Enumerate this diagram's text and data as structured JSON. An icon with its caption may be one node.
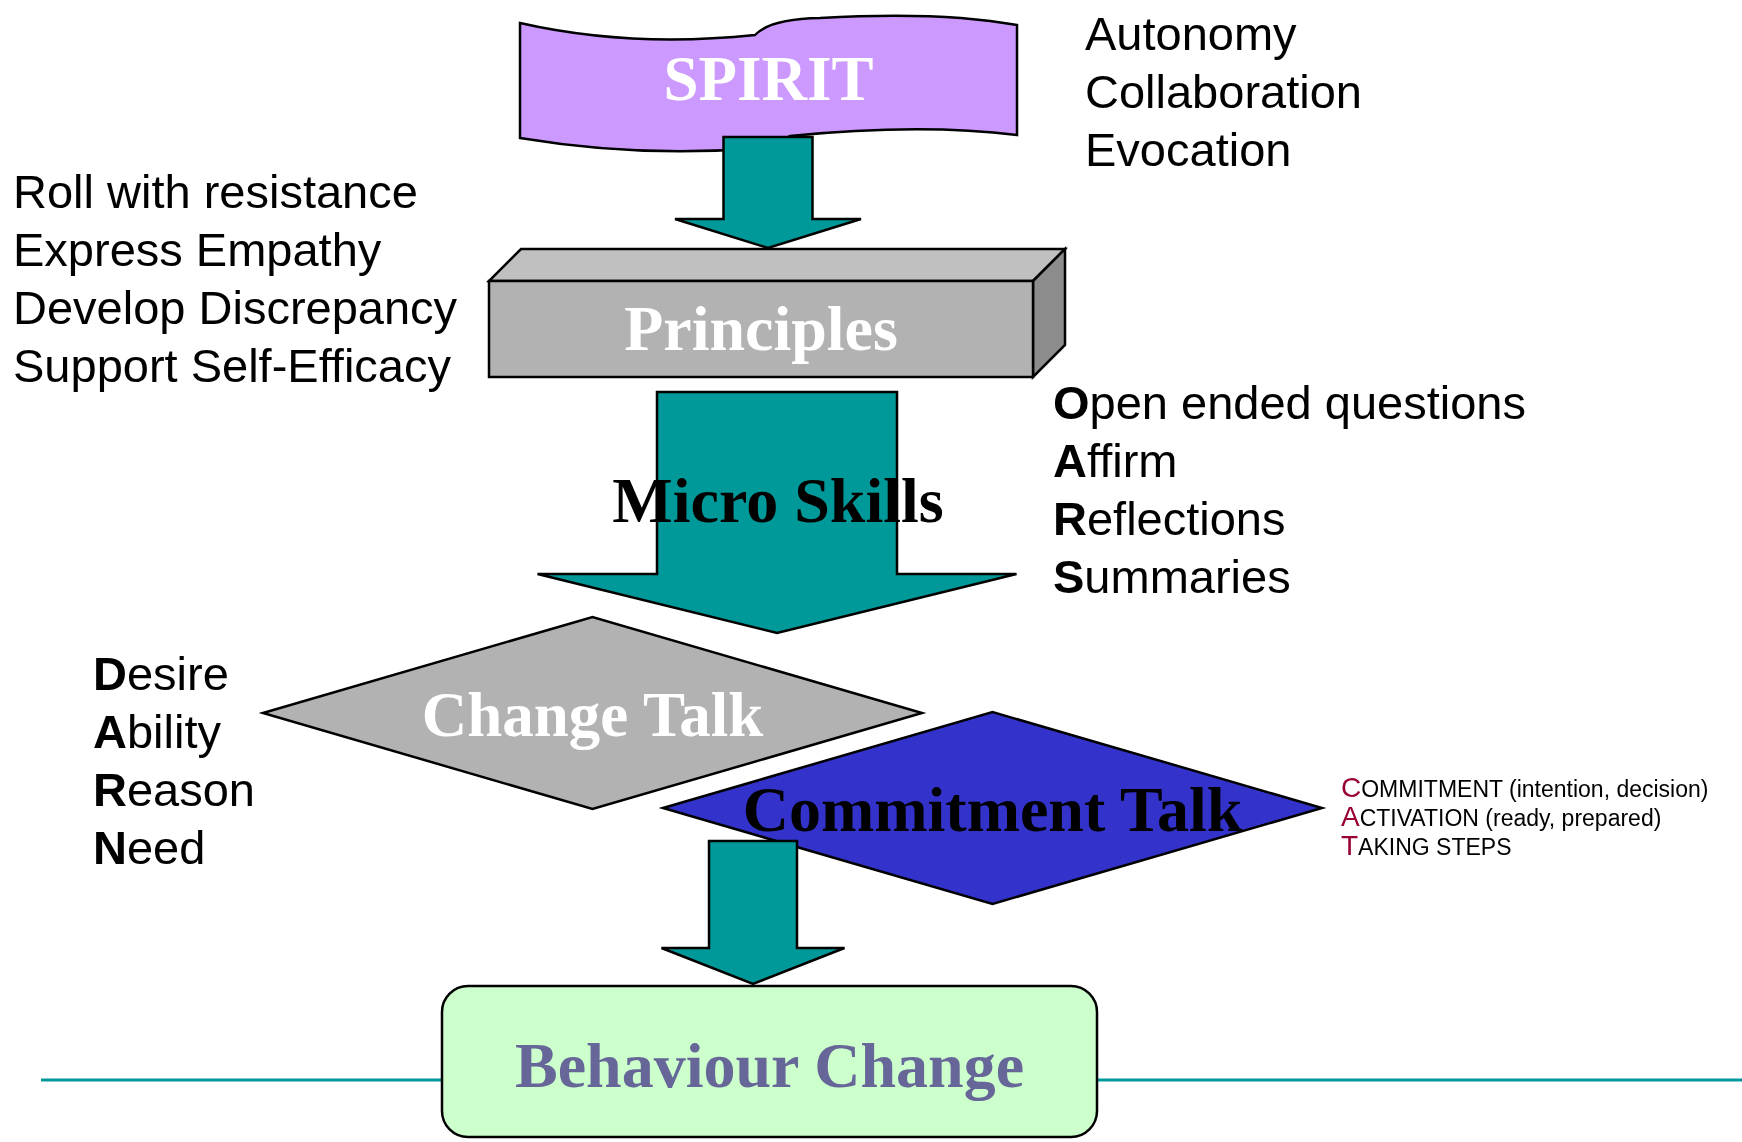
{
  "diagram": {
    "nodes": [
      {
        "text": [
          "SPIRIT"
        ],
        "beside": [
          "Autonomy",
          "Collaboration",
          "Evocation"
        ]
      },
      {
        "text": [
          "Principles"
        ],
        "beside": [
          "Roll with resistance",
          "Express Empathy",
          "Develop Discrepancy",
          "Support Self-Efficacy"
        ]
      },
      {
        "text": [
          "Change Talk"
        ],
        "beside": [
          "**D**esire",
          "**A**bility",
          "**R**eason",
          "**N**eed"
        ]
      },
      {
        "text": [
          "Commitment Talk"
        ],
        "beside": [
          "COMMITMENT (intention, decision)",
          "ACTIVATION  (ready, prepared)",
          "TAKING STEPS"
        ]
      },
      {
        "text": [
          "Behaviour Change"
        ]
      }
    ],
    "edges": [
      {
        "from": 0,
        "to": 1,
        "arrow": "to"
      },
      {
        "from": 1,
        "to": 2,
        "arrow": "to",
        "label": "Micro Skills"
      },
      {
        "from": 3,
        "to": 4,
        "arrow": "to"
      }
    ],
    "labels": [
      "**O**pen ended questions",
      "**A**ffirm",
      "**R**eflections",
      "**S**ummaries"
    ]
  }
}
